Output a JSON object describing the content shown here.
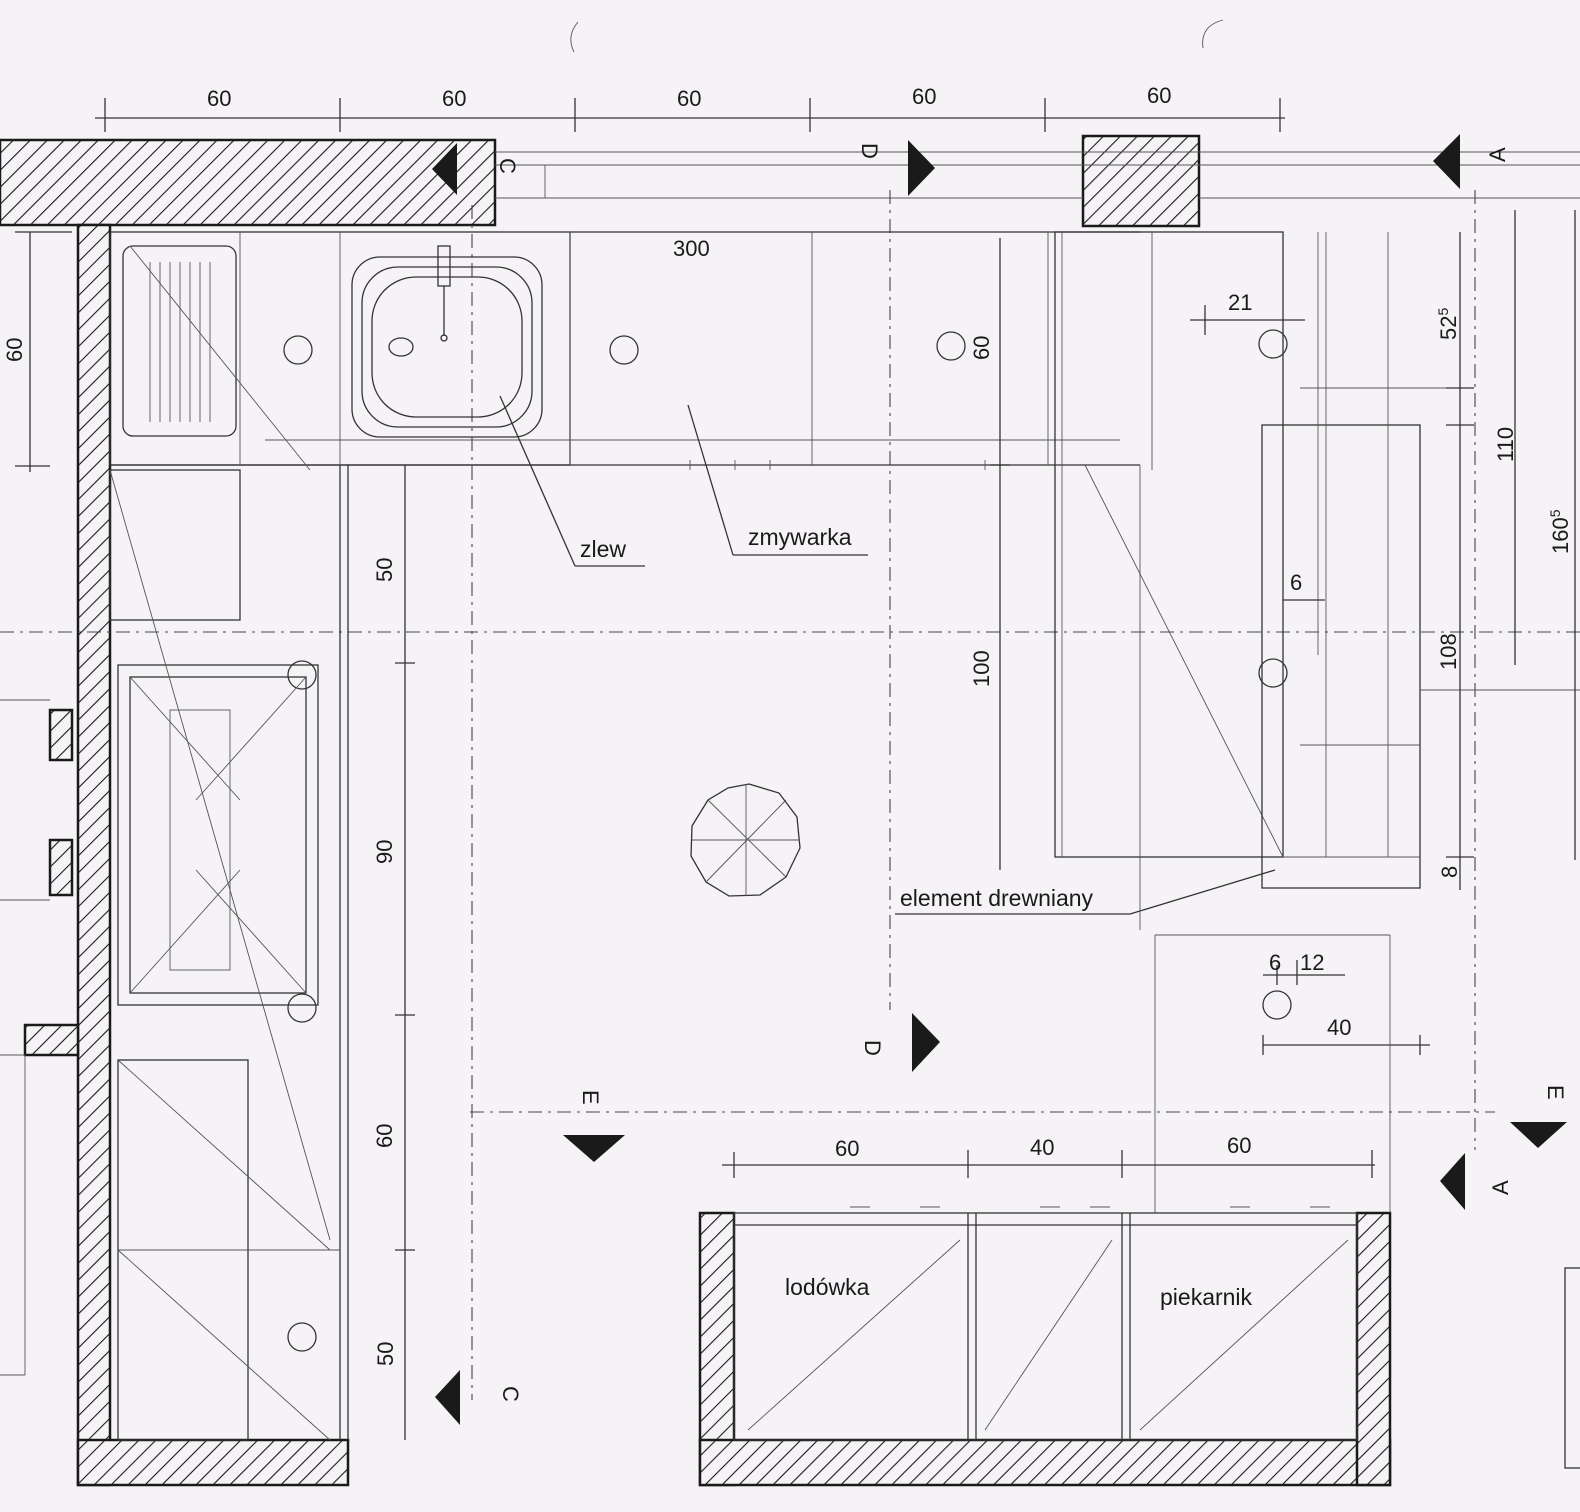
{
  "labels": {
    "zlew": "zlew",
    "zmywarka": "zmywarka",
    "element": "element drewniany",
    "lodowka": "lodówka",
    "piekarnik": "piekarnik"
  },
  "dims": {
    "top": [
      "60",
      "60",
      "60",
      "60",
      "60"
    ],
    "counter_length": "300",
    "left_wall_depth": "60",
    "left_run": [
      "50",
      "90",
      "60",
      "50"
    ],
    "right_col": [
      "52",
      "5",
      "110",
      "160",
      "5",
      "108",
      "8"
    ],
    "inner": [
      "21",
      "60",
      "100",
      "6"
    ],
    "small": [
      "6",
      "12",
      "40"
    ],
    "bottom": [
      "60",
      "40",
      "60"
    ]
  },
  "sections": {
    "a": "A",
    "c": "C",
    "d": "D",
    "e": "E"
  }
}
